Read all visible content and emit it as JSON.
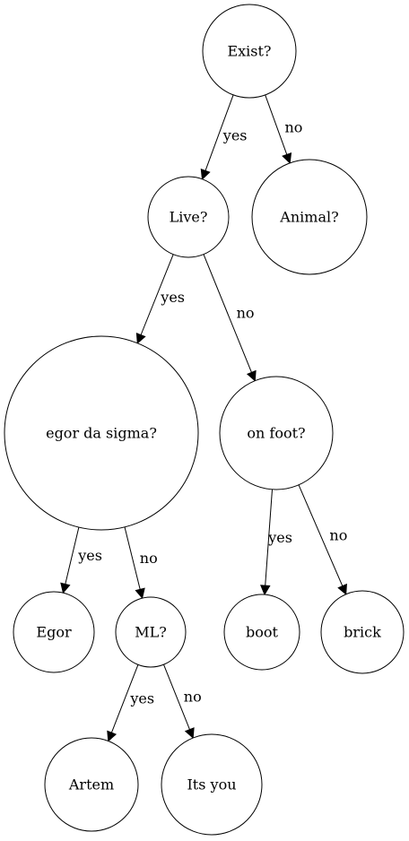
{
  "nodes": [
    {
      "id": "exist",
      "label": "Exist?"
    },
    {
      "id": "animal",
      "label": "Animal?"
    },
    {
      "id": "live",
      "label": "Live?"
    },
    {
      "id": "egor_sigma",
      "label": "egor da sigma?"
    },
    {
      "id": "on_foot",
      "label": "on foot?"
    },
    {
      "id": "egor",
      "label": "Egor"
    },
    {
      "id": "ml",
      "label": "ML?"
    },
    {
      "id": "boot",
      "label": "boot"
    },
    {
      "id": "brick",
      "label": "brick"
    },
    {
      "id": "artem",
      "label": "Artem"
    },
    {
      "id": "its_you",
      "label": "Its you"
    }
  ],
  "edges": [
    {
      "from": "exist",
      "to": "live",
      "label": "yes"
    },
    {
      "from": "exist",
      "to": "animal",
      "label": "no"
    },
    {
      "from": "live",
      "to": "egor_sigma",
      "label": "yes"
    },
    {
      "from": "live",
      "to": "on_foot",
      "label": "no"
    },
    {
      "from": "egor_sigma",
      "to": "egor",
      "label": "yes"
    },
    {
      "from": "egor_sigma",
      "to": "ml",
      "label": "no"
    },
    {
      "from": "on_foot",
      "to": "boot",
      "label": "yes"
    },
    {
      "from": "on_foot",
      "to": "brick",
      "label": "no"
    },
    {
      "from": "ml",
      "to": "artem",
      "label": "yes"
    },
    {
      "from": "ml",
      "to": "its_you",
      "label": "no"
    }
  ]
}
